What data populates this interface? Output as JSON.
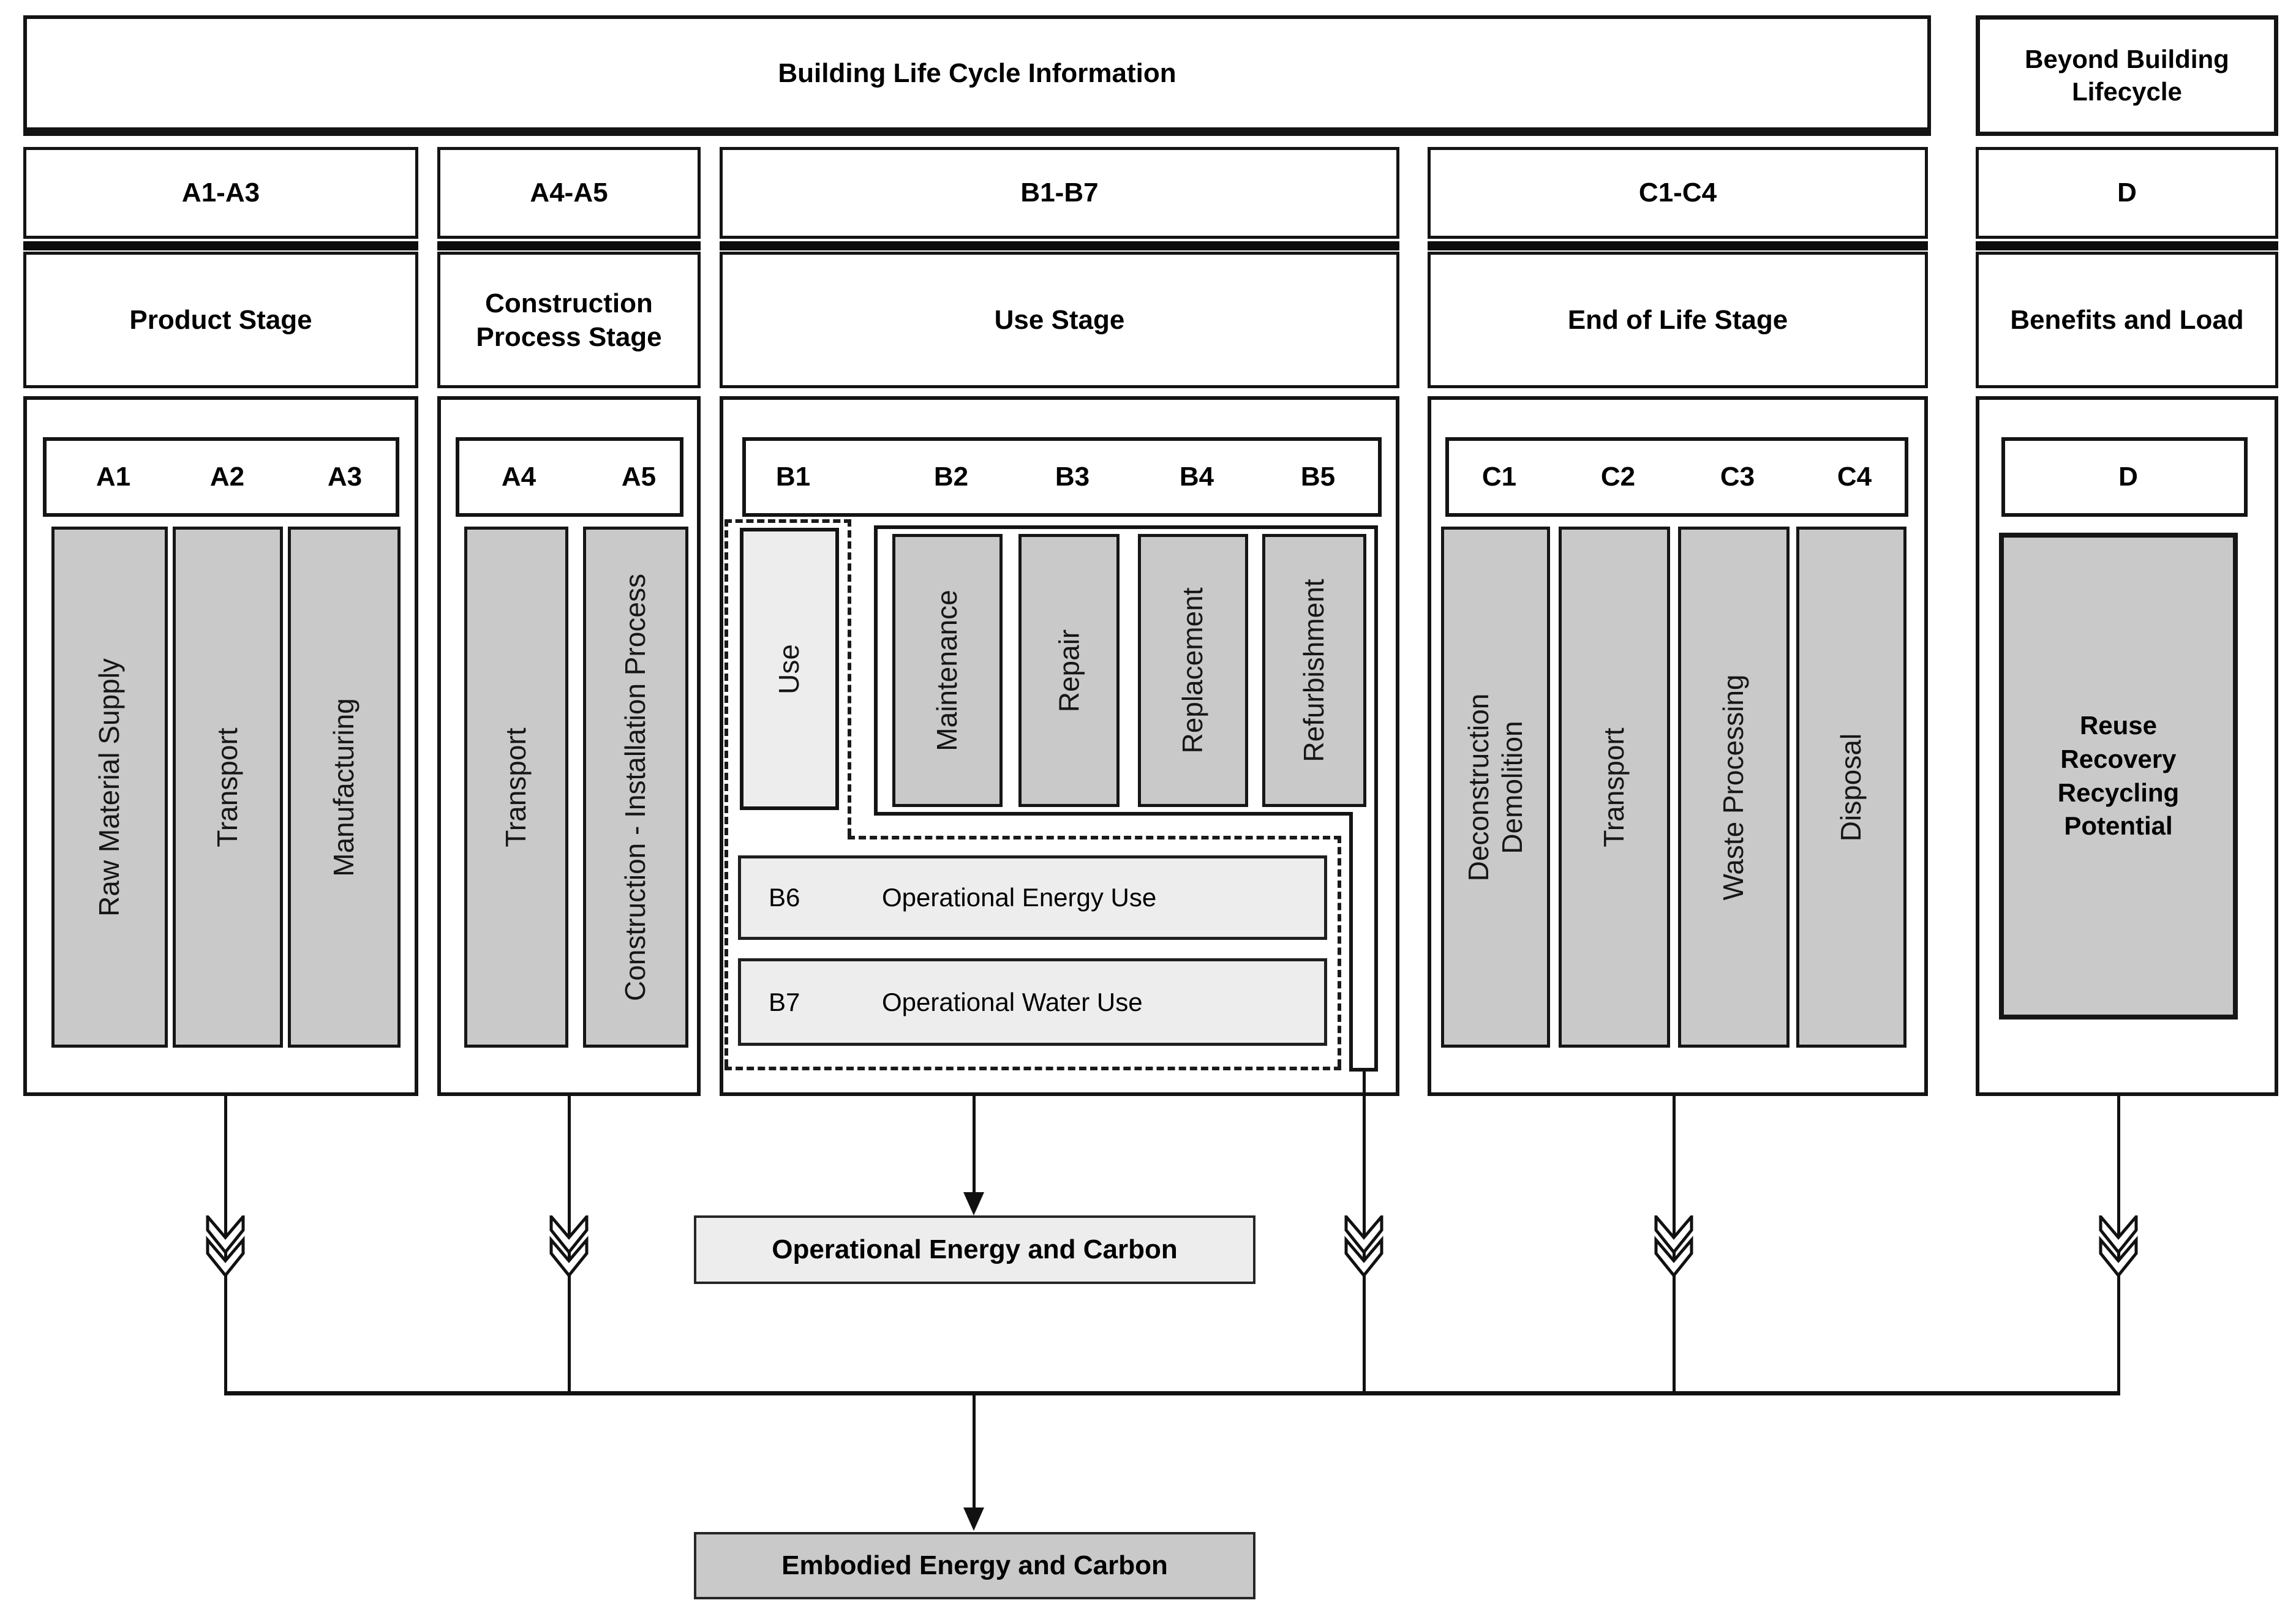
{
  "banner": {
    "title": "Building Life Cycle Information"
  },
  "beyond": {
    "title": "Beyond Building\nLifecycle"
  },
  "stages": [
    {
      "code": "A1-A3",
      "name": "Product Stage"
    },
    {
      "code": "A4-A5",
      "name": "Construction\nProcess Stage"
    },
    {
      "code": "B1-B7",
      "name": "Use Stage"
    },
    {
      "code": "C1-C4",
      "name": "End of Life Stage"
    },
    {
      "code": "D",
      "name": "Benefits and Load"
    }
  ],
  "modules": {
    "a": [
      {
        "code": "A1",
        "label": "Raw Material Supply"
      },
      {
        "code": "A2",
        "label": "Transport"
      },
      {
        "code": "A3",
        "label": "Manufacturing"
      }
    ],
    "a45": [
      {
        "code": "A4",
        "label": "Transport"
      },
      {
        "code": "A5",
        "label": "Construction - Installation Process"
      }
    ],
    "b": [
      {
        "code": "B1",
        "label": "Use"
      },
      {
        "code": "B2",
        "label": "Maintenance"
      },
      {
        "code": "B3",
        "label": "Repair"
      },
      {
        "code": "B4",
        "label": "Replacement"
      },
      {
        "code": "B5",
        "label": "Refurbishment"
      }
    ],
    "b_rows": [
      {
        "code": "B6",
        "label": "Operational Energy Use"
      },
      {
        "code": "B7",
        "label": "Operational Water Use"
      }
    ],
    "c": [
      {
        "code": "C1",
        "label": "Deconstruction\nDemolition"
      },
      {
        "code": "C2",
        "label": "Transport"
      },
      {
        "code": "C3",
        "label": "Waste Processing"
      },
      {
        "code": "C4",
        "label": "Disposal"
      }
    ],
    "d": {
      "code": "D",
      "label": "Reuse\nRecovery\nRecycling\nPotential"
    }
  },
  "outputs": {
    "operational": "Operational Energy and Carbon",
    "embodied": "Embodied Energy and Carbon"
  },
  "colors": {
    "module_fill": "#c9c9c9",
    "light_fill": "#ededed",
    "line": "#111111",
    "background": "#ffffff"
  }
}
